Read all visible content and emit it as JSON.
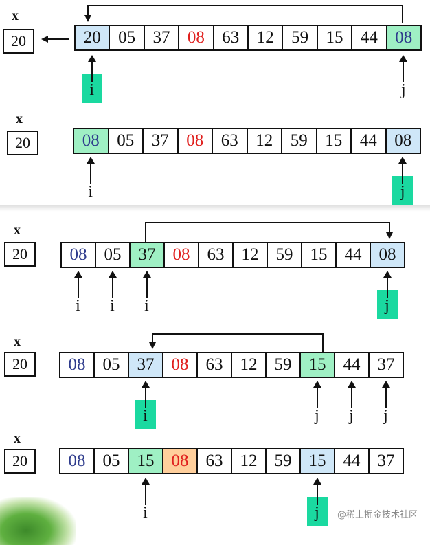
{
  "x_label": "x",
  "x_value": "20",
  "panels": [
    {
      "cells": [
        "20",
        "05",
        "37",
        "08",
        "63",
        "12",
        "59",
        "15",
        "44",
        "08"
      ],
      "pointers": [
        {
          "label": "i",
          "index": 0,
          "highlight": true
        },
        {
          "label": "j",
          "index": 9,
          "highlight": false
        }
      ]
    },
    {
      "cells": [
        "08",
        "05",
        "37",
        "08",
        "63",
        "12",
        "59",
        "15",
        "44",
        "08"
      ],
      "pointers": [
        {
          "label": "i",
          "index": 0,
          "highlight": false
        },
        {
          "label": "j",
          "index": 9,
          "highlight": true
        }
      ]
    },
    {
      "cells": [
        "08",
        "05",
        "37",
        "08",
        "63",
        "12",
        "59",
        "15",
        "44",
        "08"
      ],
      "pointers": [
        {
          "label": "i",
          "index": 0,
          "highlight": false
        },
        {
          "label": "i",
          "index": 1,
          "highlight": false
        },
        {
          "label": "i",
          "index": 2,
          "highlight": false
        },
        {
          "label": "j",
          "index": 9,
          "highlight": true
        }
      ]
    },
    {
      "cells": [
        "08",
        "05",
        "37",
        "08",
        "63",
        "12",
        "59",
        "15",
        "44",
        "37"
      ],
      "pointers": [
        {
          "label": "i",
          "index": 2,
          "highlight": true
        },
        {
          "label": "j",
          "index": 7,
          "highlight": false
        },
        {
          "label": "j",
          "index": 8,
          "highlight": false
        },
        {
          "label": "j",
          "index": 9,
          "highlight": false
        }
      ]
    },
    {
      "cells": [
        "08",
        "05",
        "15",
        "08",
        "63",
        "12",
        "59",
        "15",
        "44",
        "37"
      ],
      "pointers": [
        {
          "label": "i",
          "index": 2,
          "highlight": false
        },
        {
          "label": "j",
          "index": 7,
          "highlight": true
        }
      ]
    }
  ],
  "watermark": "@稀土掘金技术社区",
  "colors": {
    "cell_blue": "#cfe7f8",
    "cell_green": "#9ff0c4",
    "cell_orange": "#ffcf9c",
    "pointer_highlight": "#1ad9a0",
    "text_red": "#e0201e",
    "text_blue": "#2e3b8c"
  }
}
